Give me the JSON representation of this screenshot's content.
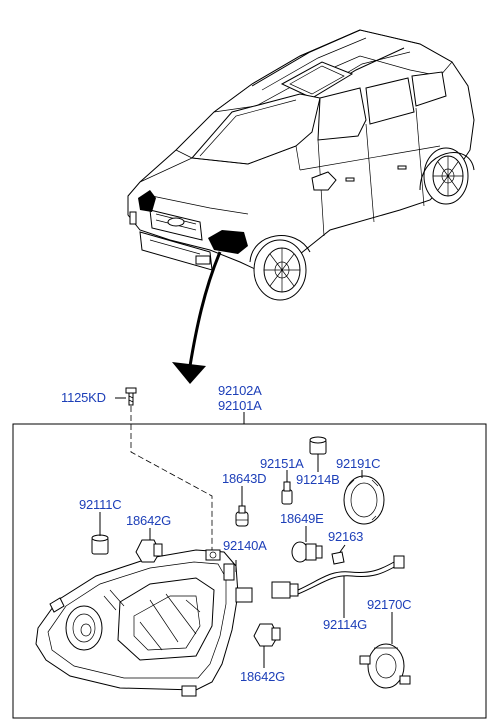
{
  "parts": {
    "p_1125KD": "1125KD",
    "p_92102A": "92102A",
    "p_92101A": "92101A",
    "p_92151A": "92151A",
    "p_92191C": "92191C",
    "p_18643D": "18643D",
    "p_91214B": "91214B",
    "p_92111C": "92111C",
    "p_18642G_left": "18642G",
    "p_18649E": "18649E",
    "p_92140A": "92140A",
    "p_92163": "92163",
    "p_92170C": "92170C",
    "p_92114G": "92114G",
    "p_18642G_bottom": "18642G"
  }
}
